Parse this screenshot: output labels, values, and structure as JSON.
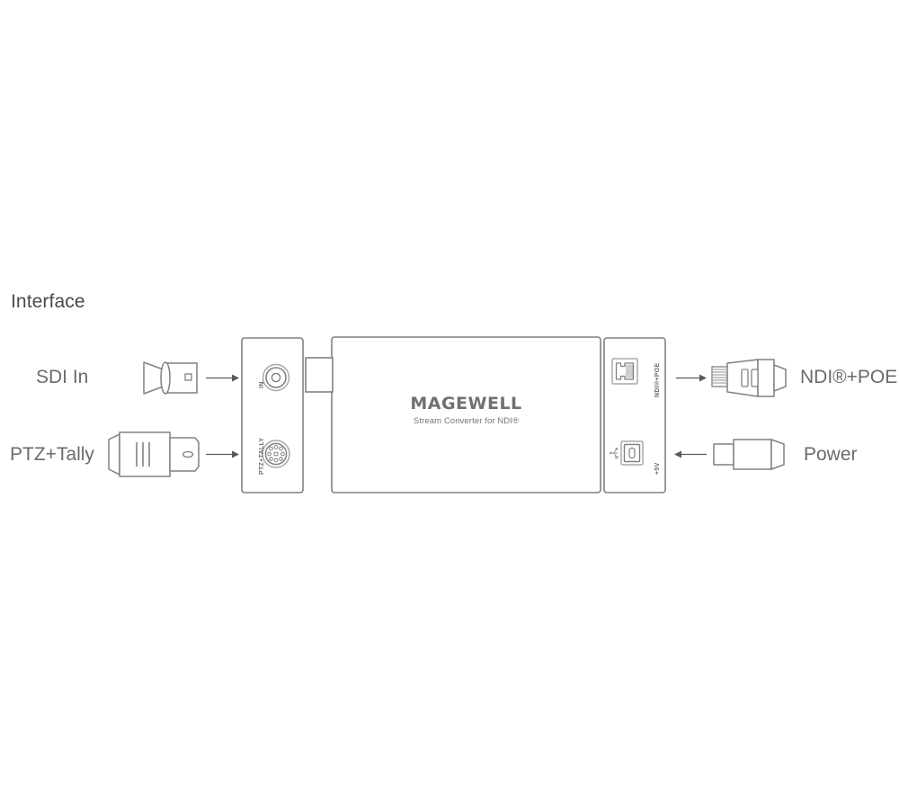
{
  "heading": "Interface",
  "device": {
    "brand": "MAGEWELL",
    "tagline": "Stream Converter for NDI®"
  },
  "colors": {
    "stroke": "#808184",
    "stroke_light": "#a7a9ac",
    "text": "#6a6b6d",
    "heading": "#4a4a4c",
    "background": "#ffffff"
  },
  "ports": {
    "sdi_in": {
      "caption": "IN",
      "icon": "bnc-jack-icon",
      "side": "left"
    },
    "ptz_tally": {
      "caption": "PTZ+TALLY",
      "icon": "mini-din-jack-icon",
      "side": "left"
    },
    "ndi_poe": {
      "caption": "NDI®+POE",
      "icon": "rj45-jack-icon",
      "side": "right"
    },
    "power": {
      "caption": "+5V",
      "icon": "usb-b-jack-icon",
      "side": "right"
    }
  },
  "connections": [
    {
      "id": "sdi-in",
      "label": "SDI In",
      "connector": "bnc-plug",
      "arrow_direction": "right",
      "side": "left"
    },
    {
      "id": "ptz-tally",
      "label": "PTZ+Tally",
      "connector": "mini-din-plug",
      "arrow_direction": "right",
      "side": "left"
    },
    {
      "id": "ndi-poe",
      "label": "NDI®+POE",
      "connector": "rj45-plug",
      "arrow_direction": "right",
      "side": "right"
    },
    {
      "id": "power",
      "label": "Power",
      "connector": "barrel-power-plug",
      "arrow_direction": "left",
      "side": "right"
    }
  ]
}
